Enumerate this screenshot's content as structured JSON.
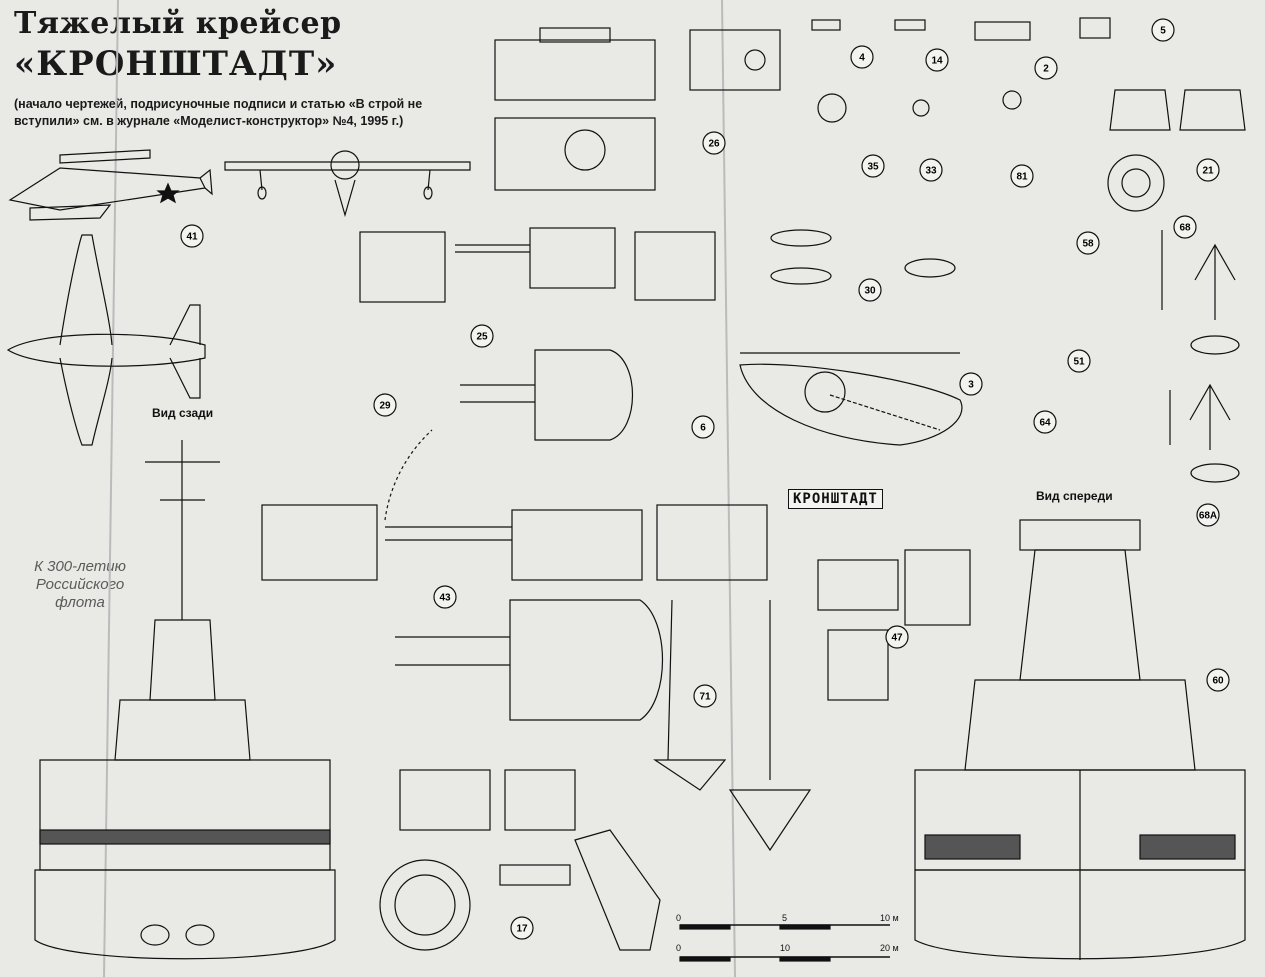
{
  "title": {
    "line1": "Тяжелый крейсер",
    "line2": "«КРОНШТАДТ»"
  },
  "note": "(начало чертежей, подрисуночные подписи и статью «В строй не вступили» см. в журнале «Моделист-конструктор» №4, 1995 г.)",
  "view_labels": {
    "rear": "Вид сзади",
    "front": "Вид спереди"
  },
  "jubilee": "К 300-летию Российского флота",
  "stamp": "КРОНШТАДТ",
  "callouts": [
    "41",
    "26",
    "4",
    "14",
    "2",
    "5",
    "35",
    "33",
    "81",
    "21",
    "30",
    "58",
    "68",
    "25",
    "3",
    "51",
    "29",
    "6",
    "64",
    "68A",
    "43",
    "47",
    "71",
    "60",
    "17"
  ],
  "scale": {
    "top_ticks": [
      "0",
      "5",
      "10 м"
    ],
    "bottom_ticks": [
      "0",
      "10",
      "20 м"
    ]
  },
  "colors": {
    "paper": "#e9e9e6",
    "ink": "#111111",
    "pale_text": "#5a5a5a"
  }
}
